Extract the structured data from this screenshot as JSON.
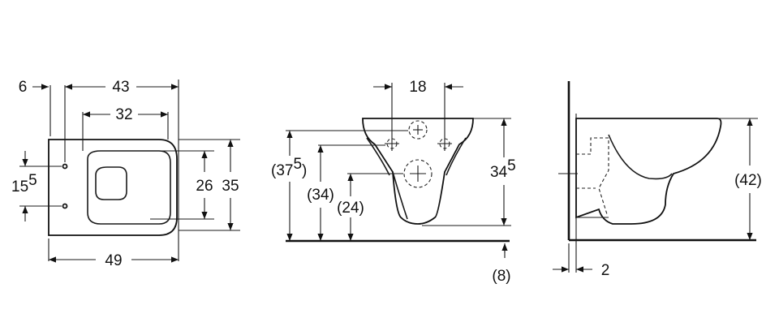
{
  "diagram": {
    "top_view": {
      "dim_6": "6",
      "dim_43": "43",
      "dim_32": "32",
      "dim_15_main": "15",
      "dim_15_sup": "5",
      "dim_26": "26",
      "dim_35": "35",
      "dim_49": "49"
    },
    "front_view": {
      "dim_18": "18",
      "dim_37_open": "(37",
      "dim_37_sup": "5",
      "dim_37_close": ")",
      "dim_34_paren": "(34)",
      "dim_24_paren": "(24)",
      "dim_34_main": "34",
      "dim_34_sup": "5",
      "dim_8_paren": "(8)"
    },
    "side_view": {
      "dim_42_paren": "(42)",
      "dim_2": "2"
    }
  }
}
